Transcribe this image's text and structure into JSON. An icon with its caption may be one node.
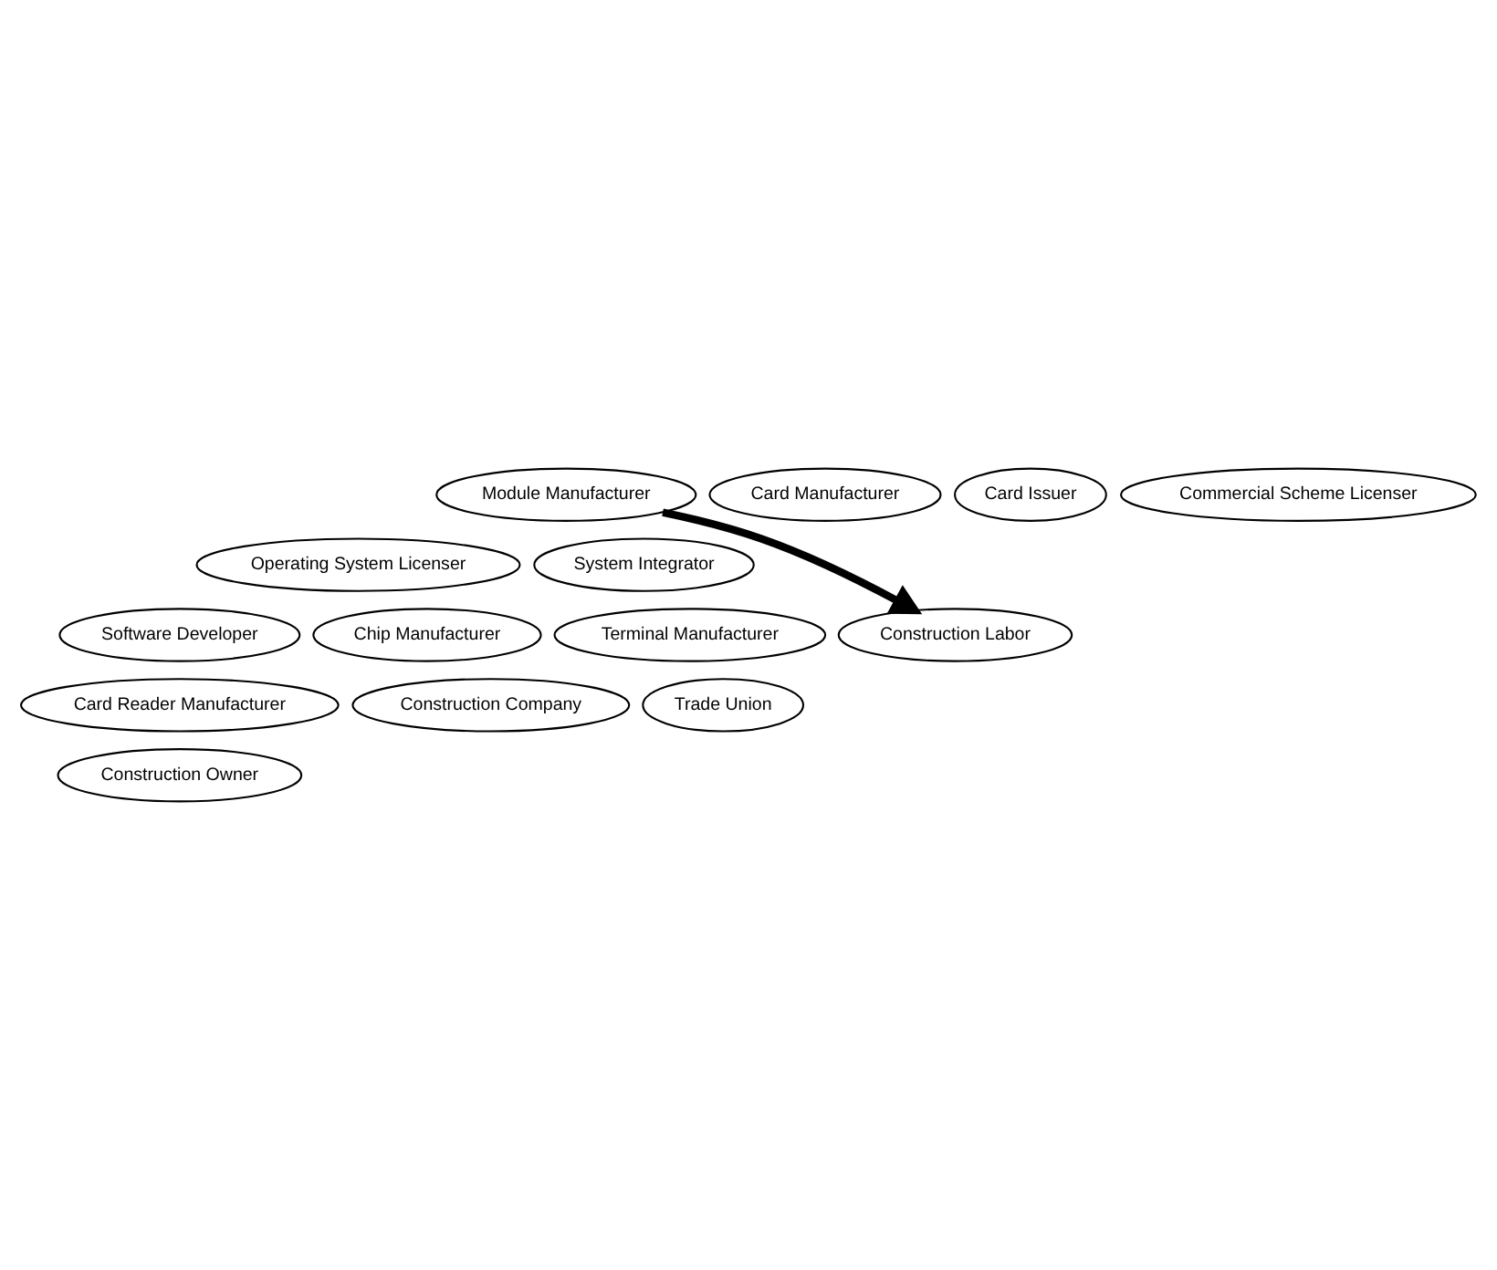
{
  "diagram": {
    "nodes": [
      {
        "text": [
          "Card Manufacturer"
        ]
      },
      {
        "text": [
          "Card Issuer"
        ]
      },
      {
        "text": [
          "Module Manufacturer"
        ]
      },
      {
        "text": [
          "Commercial Scheme Licenser"
        ]
      },
      {
        "text": [
          "System Integrator"
        ]
      },
      {
        "text": [
          "Operating System Licenser"
        ]
      },
      {
        "text": [
          "Chip Manufacturer"
        ]
      },
      {
        "text": [
          "Software Developer"
        ]
      },
      {
        "text": [
          "Terminal Manufacturer"
        ]
      },
      {
        "text": [
          "Construction Labor"
        ]
      },
      {
        "text": [
          "Construction Company"
        ]
      },
      {
        "text": [
          "Card Reader Manufacturer"
        ]
      },
      {
        "text": [
          "Trade Union"
        ]
      },
      {
        "text": [
          "Construction Owner"
        ]
      }
    ],
    "edges": [
      {
        "from": 2,
        "to": 9,
        "arrow": "to"
      }
    ]
  }
}
